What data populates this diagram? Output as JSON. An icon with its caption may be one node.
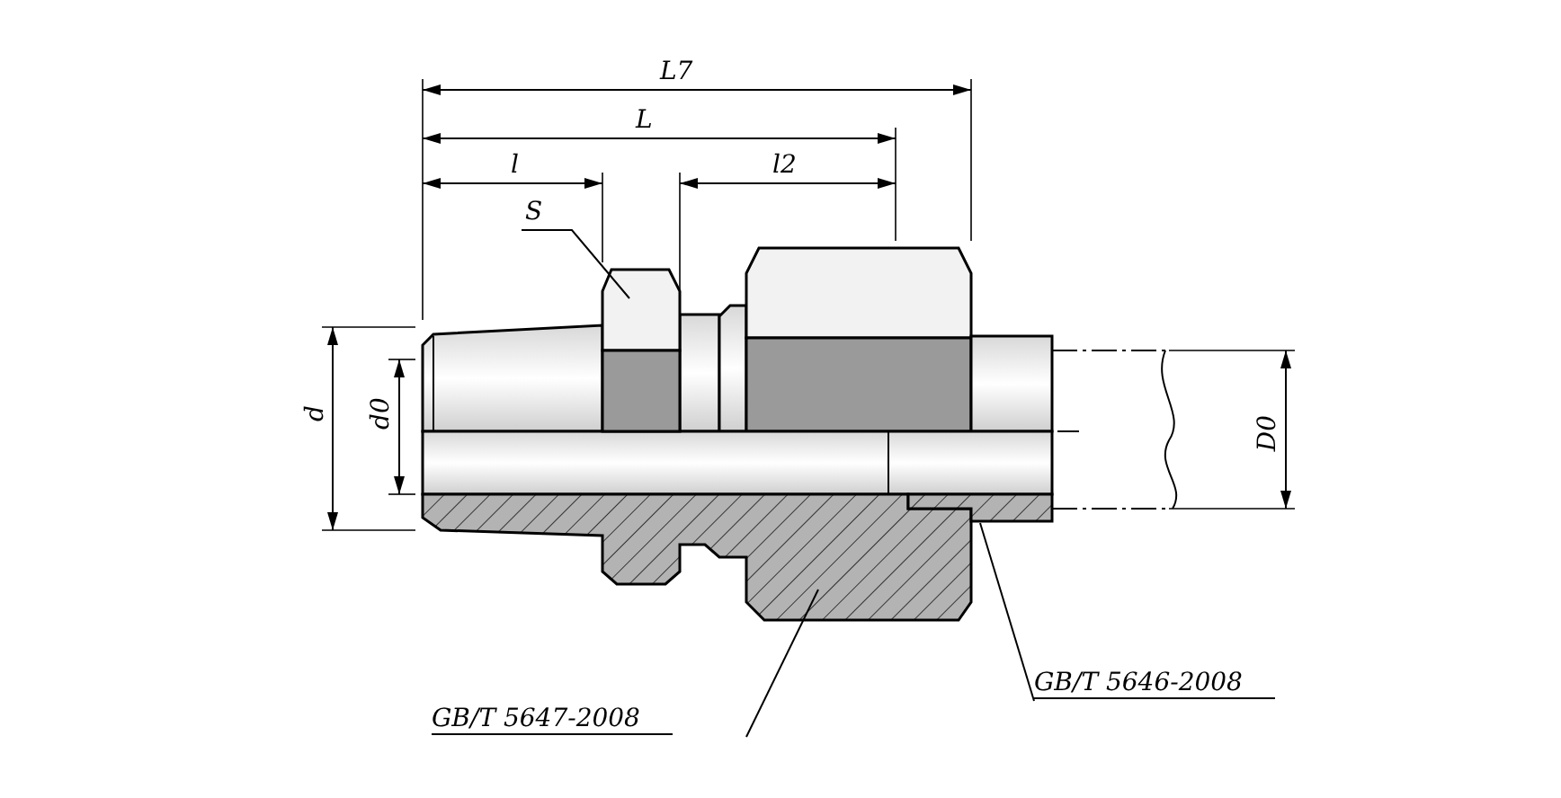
{
  "diagram": {
    "nodes": [
      {
        "text": [
          "S"
        ]
      },
      {
        "text": [],
        "shape": "box"
      },
      {
        "text": [
          "GB/T 5647-2008"
        ]
      },
      {
        "text": [],
        "shape": "box"
      },
      {
        "text": [
          "GB/T 5646-2008"
        ]
      },
      {
        "text": [],
        "shape": "box"
      }
    ],
    "edges": [
      {
        "from": 0,
        "to": 1,
        "arrow": "none"
      },
      {
        "from": 2,
        "to": 3,
        "arrow": "none"
      },
      {
        "from": 4,
        "to": 5,
        "arrow": "none"
      }
    ],
    "labels": [
      "L7",
      "L",
      "l",
      "l2",
      "d",
      "d0",
      "D0"
    ]
  }
}
